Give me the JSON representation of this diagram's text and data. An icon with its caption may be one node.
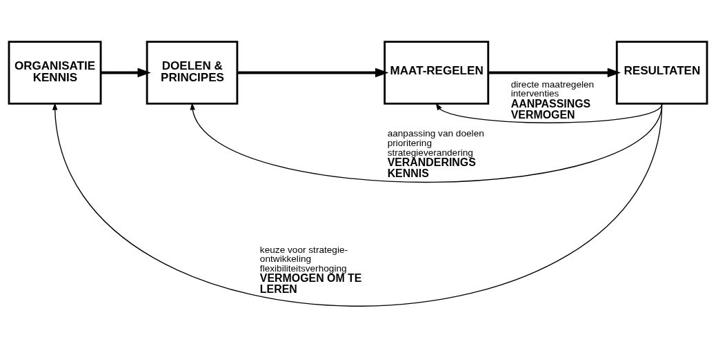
{
  "diagram": {
    "nodes": [
      {
        "text": [
          "ORGANISATIE KENNIS"
        ]
      },
      {
        "text": [
          "DOELEN & PRINCIPES"
        ]
      },
      {
        "text": [
          "MAAT-REGELEN"
        ]
      },
      {
        "text": [
          "RESULTATEN"
        ]
      }
    ],
    "edges": [
      {
        "from": 0,
        "to": 1,
        "arrow": "to",
        "style": "thick"
      },
      {
        "from": 1,
        "to": 2,
        "arrow": "to",
        "style": "thick"
      },
      {
        "from": 2,
        "to": 3,
        "arrow": "to",
        "style": "thick"
      },
      {
        "from": 3,
        "to": 2,
        "arrow": "to",
        "label": "directe maatregelen interventies **AANPASSINGS VERMOGEN**"
      },
      {
        "from": 3,
        "to": 1,
        "arrow": "to",
        "label": "aanpassing van doelen prioritering strategieverandering **VERANDERINGS KENNIS**"
      },
      {
        "from": 3,
        "to": 0,
        "arrow": "to",
        "label": "keuze voor strategie-ontwikkeling flexibiliteitsverhoging **VERMOGEN OM TE LEREN**"
      }
    ]
  }
}
